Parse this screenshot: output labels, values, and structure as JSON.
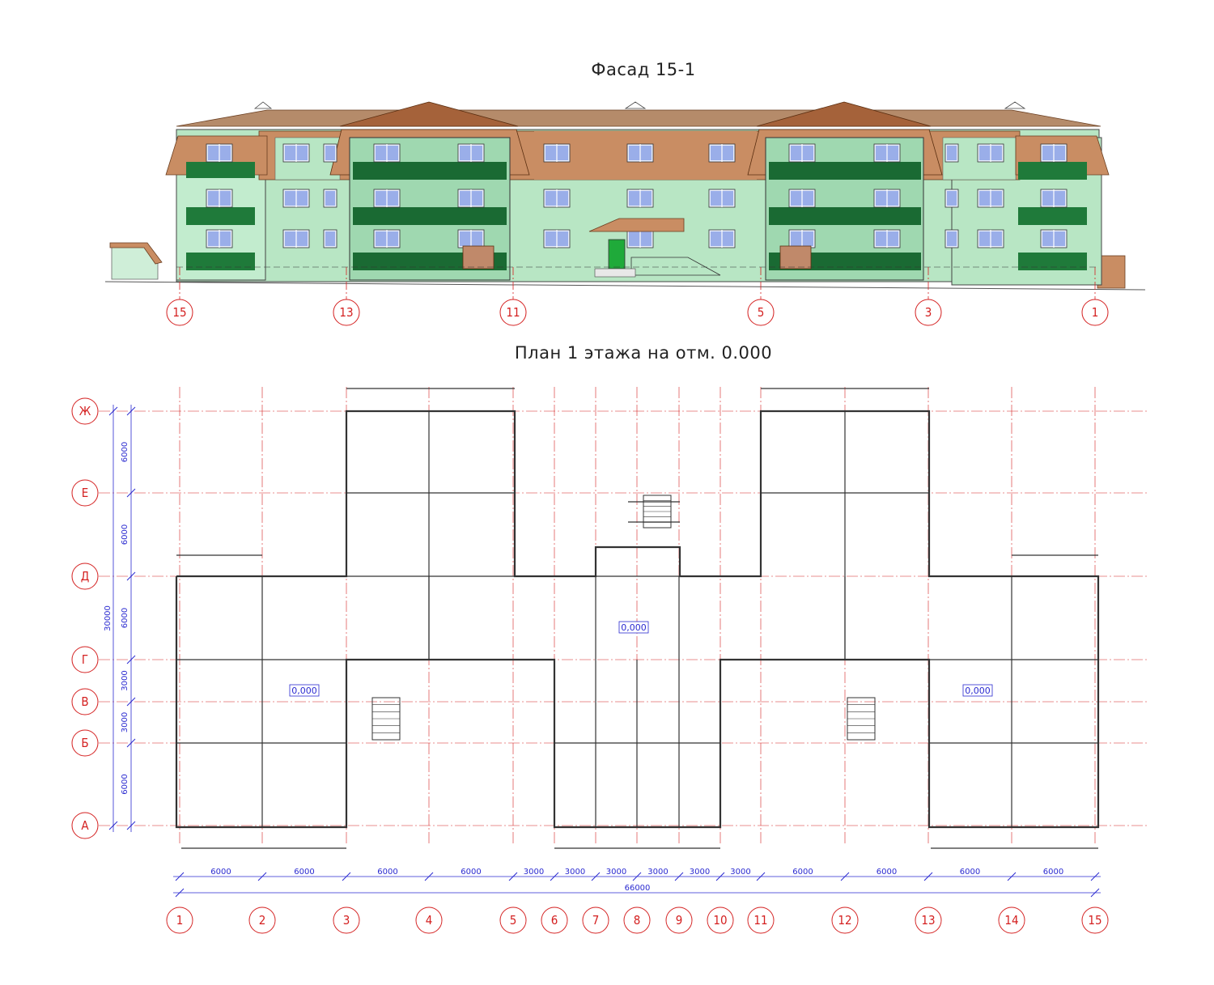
{
  "facade": {
    "title": "Фасад 15-1",
    "axes": [
      "15",
      "13",
      "11",
      "5",
      "3",
      "1"
    ]
  },
  "plan": {
    "title": "План 1 этажа на отм. 0.000",
    "col_axes": [
      "1",
      "2",
      "3",
      "4",
      "5",
      "6",
      "7",
      "8",
      "9",
      "10",
      "11",
      "12",
      "13",
      "14",
      "15"
    ],
    "row_axes": [
      "Ж",
      "Е",
      "Д",
      "Г",
      "В",
      "Б",
      "А"
    ],
    "col_dims": [
      "6000",
      "6000",
      "6000",
      "6000",
      "3000",
      "3000",
      "3000",
      "3000",
      "3000",
      "3000",
      "6000",
      "6000",
      "6000",
      "6000"
    ],
    "total_dim": "66000",
    "row_dims": [
      "6000",
      "6000",
      "6000",
      "3000",
      "3000",
      "6000"
    ],
    "total_row_dim": "30000",
    "level_marks": [
      "0,000",
      "0,000",
      "0,000"
    ]
  },
  "colors": {
    "axis": "#d42020",
    "dimension": "#2a2ad0",
    "wall_green": "#b8e6c4",
    "balcony_green": "#1f7a3a",
    "roof_brown": "#c98d63",
    "roof_dark": "#a5623a"
  }
}
